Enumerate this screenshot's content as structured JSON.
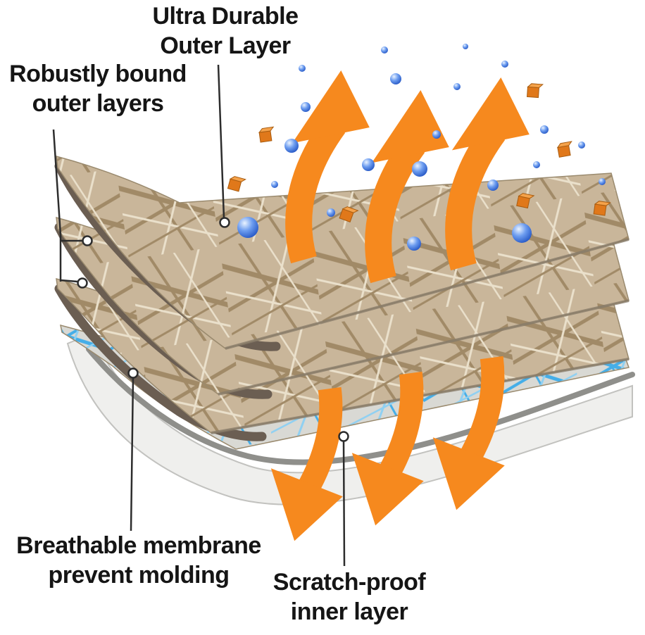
{
  "labels": {
    "outer": {
      "line1": "Ultra Durable",
      "line2": "Outer Layer"
    },
    "bound": {
      "line1": "Robustly bound",
      "line2": "outer layers"
    },
    "membrane": {
      "line1": "Breathable membrane",
      "line2": "prevent molding"
    },
    "inner": {
      "line1": "Scratch-proof",
      "line2": "inner layer"
    }
  },
  "colors": {
    "background": "#ffffff",
    "text": "#151515",
    "arrow_orange": "#f6891e",
    "fabric_tan": "#c9b69a",
    "fabric_line_dark": "#a18a67",
    "fabric_line_light": "#eae0cb",
    "fabric_edge": "#6b5e52",
    "membrane_base": "#d9d9d4",
    "mesh_blue": "#45aee8",
    "mesh_blue_light": "#8fd0f2",
    "droplet_blue": "#2a62d8",
    "inner_white": "#efefed",
    "inner_edge_gray": "#8f8f8b",
    "cube_orange": "#e0781a",
    "leader_line": "#2d2d2d"
  }
}
